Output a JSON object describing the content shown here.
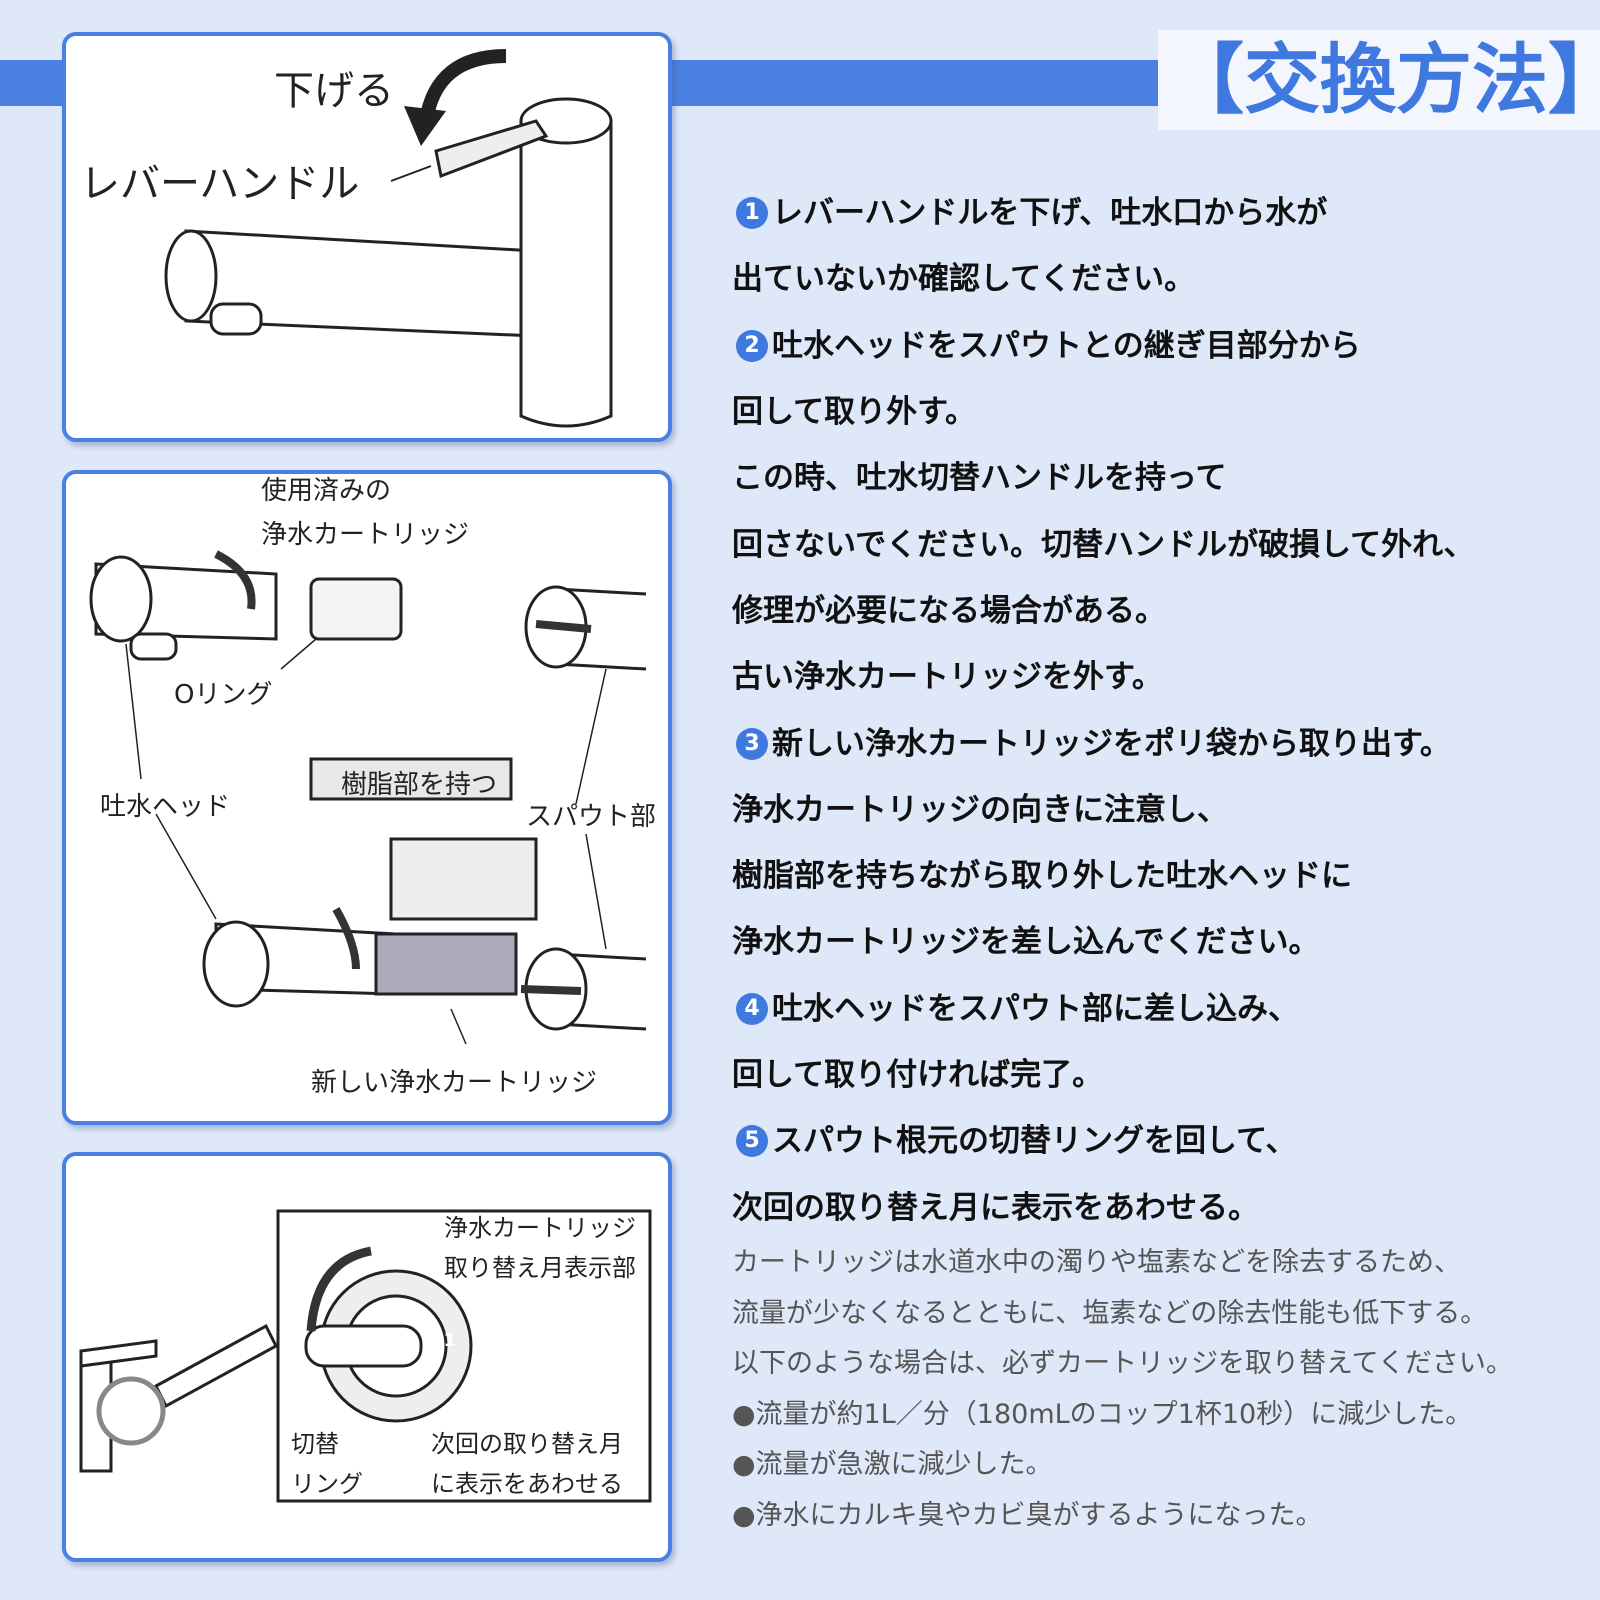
{
  "title": "【交換方法】",
  "panel1": {
    "lower_label": "下げる",
    "lever_label": "レバーハンドル"
  },
  "panel2": {
    "used_cartridge_1": "使用済みの",
    "used_cartridge_2": "浄水カートリッジ",
    "o_ring": "Oリング",
    "head": "吐水ヘッド",
    "hold_resin": "樹脂部を持つ",
    "spout": "スパウト部",
    "new_cartridge": "新しい浄水カートリッジ"
  },
  "panel3": {
    "display_1": "浄水カートリッジ",
    "display_2": "取り替え月表示部",
    "ring_1": "切替",
    "ring_2": "リング",
    "next_1": "次回の取り替え月",
    "next_2": "に表示をあわせる",
    "month": "11"
  },
  "steps": [
    {
      "num": "1",
      "text": "レバーハンドルを下げ、吐水口から水が"
    },
    {
      "num": "",
      "text": "出ていないか確認してください。"
    },
    {
      "num": "2",
      "text": "吐水ヘッドをスパウトとの継ぎ目部分から"
    },
    {
      "num": "",
      "text": "回して取り外す。"
    },
    {
      "num": "",
      "text": "この時、吐水切替ハンドルを持って"
    },
    {
      "num": "",
      "text": "回さないでください。切替ハンドルが破損して外れ、"
    },
    {
      "num": "",
      "text": "修理が必要になる場合がある。"
    },
    {
      "num": "",
      "text": "古い浄水カートリッジを外す。"
    },
    {
      "num": "3",
      "text": "新しい浄水カートリッジをポリ袋から取り出す。"
    },
    {
      "num": "",
      "text": "浄水カートリッジの向きに注意し、"
    },
    {
      "num": "",
      "text": "樹脂部を持ちながら取り外した吐水ヘッドに"
    },
    {
      "num": "",
      "text": "浄水カートリッジを差し込んでください。"
    },
    {
      "num": "4",
      "text": "吐水ヘッドをスパウト部に差し込み、"
    },
    {
      "num": "",
      "text": "回して取り付ければ完了。"
    },
    {
      "num": "5",
      "text": "スパウト根元の切替リングを回して、"
    },
    {
      "num": "",
      "text": "次回の取り替え月に表示をあわせる。"
    }
  ],
  "notes": [
    "カートリッジは水道水中の濁りや塩素などを除去するため、",
    "流量が少なくなるとともに、塩素などの除去性能も低下する。",
    "以下のような場合は、必ずカートリッジを取り替えてください。",
    "●流量が約1L／分（180mLのコップ1杯10秒）に減少した。",
    "●流量が急激に減少した。",
    "●浄水にカルキ臭やカビ臭がするようになった。"
  ]
}
